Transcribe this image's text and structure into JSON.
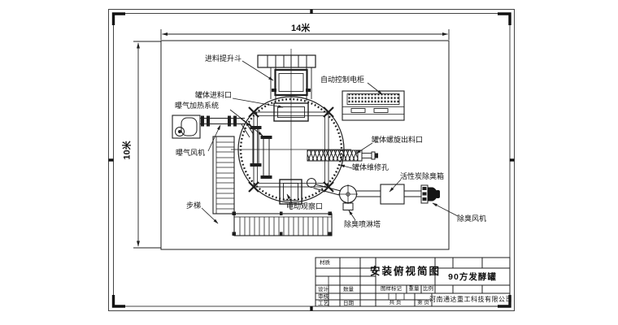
{
  "drawing": {
    "dimensions": {
      "width_label": "14米",
      "height_label": "10米"
    },
    "labels": {
      "feed_elevator": "进料提升斗",
      "tank_inlet": "罐体进料口",
      "aeration_heating": "曝气加热系统",
      "aeration_fan": "曝气风机",
      "control_cabinet": "自动控制电柜",
      "screw_outlet": "罐体螺旋出料口",
      "maintenance_hole": "罐体维修孔",
      "carbon_box": "活性炭除臭箱",
      "deodor_fan": "除臭风机",
      "stairs": "步梯",
      "observation_port": "电动观察口",
      "spray_tower": "除臭喷淋塔"
    }
  },
  "title_block": {
    "material": "材质",
    "title": "安装俯视简图",
    "product": "90方发酵罐",
    "design": "设计",
    "quantity": "数量",
    "drawing_mark": "图样标记",
    "weight": "重量",
    "scale": "比例",
    "review": "审核",
    "process": "工艺",
    "date": "日期",
    "total_pages": "共  页",
    "page_no": "第  页",
    "company": "河南通达重工科技有限公司"
  },
  "colors": {
    "line": "#1f1f1f",
    "paper": "#ffffff"
  }
}
